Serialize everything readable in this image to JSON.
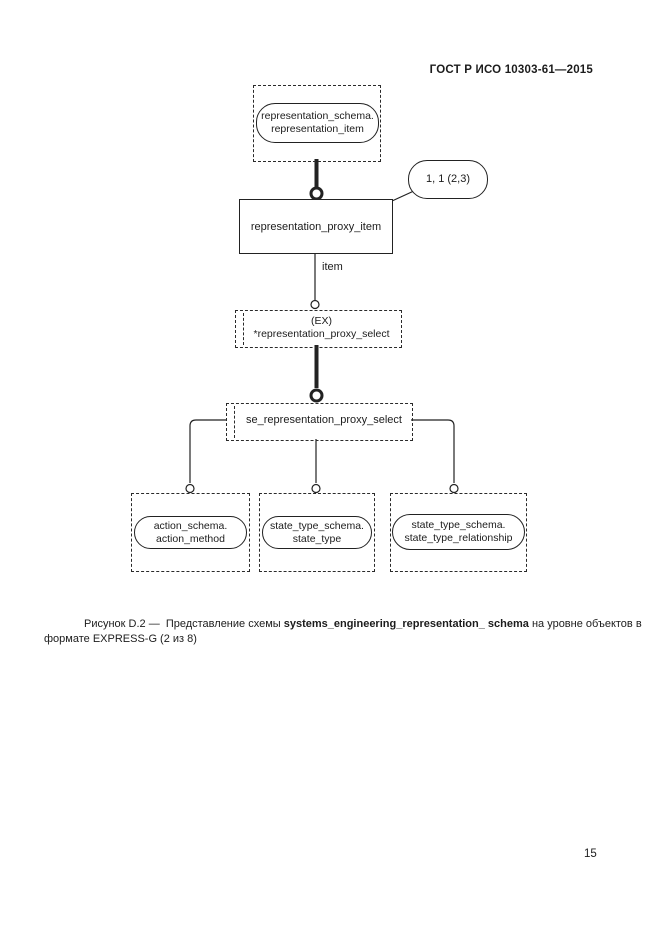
{
  "header": {
    "title": "ГОСТ Р ИСО 10303-61—2015"
  },
  "diagram": {
    "top_ref": {
      "line1": "representation_schema.",
      "line2": "representation_item"
    },
    "cardinality": "1, 1 (2,3)",
    "entity": "representation_proxy_item",
    "item_label": "item",
    "select_ex": {
      "line1": "(EX)",
      "line2": "*representation_proxy_select"
    },
    "select_se": "se_representation_proxy_select",
    "children": [
      {
        "line1": "action_schema.",
        "line2": "action_method"
      },
      {
        "line1": "state_type_schema.",
        "line2": "state_type"
      },
      {
        "line1": "state_type_schema.",
        "line2": "state_type_relationship"
      }
    ]
  },
  "caption": {
    "line1_part1": "Рисунок D.2 —  Представление схемы ",
    "line1_bold": "systems_engineering_representation_ schema",
    "line1_part2": " на уровне объектов в",
    "line2": "формате EXPRESS-G (2 из 8)"
  },
  "footer": {
    "page_number": "15"
  },
  "colors": {
    "ink": "#1c1c1c",
    "paper": "#ffffff"
  }
}
